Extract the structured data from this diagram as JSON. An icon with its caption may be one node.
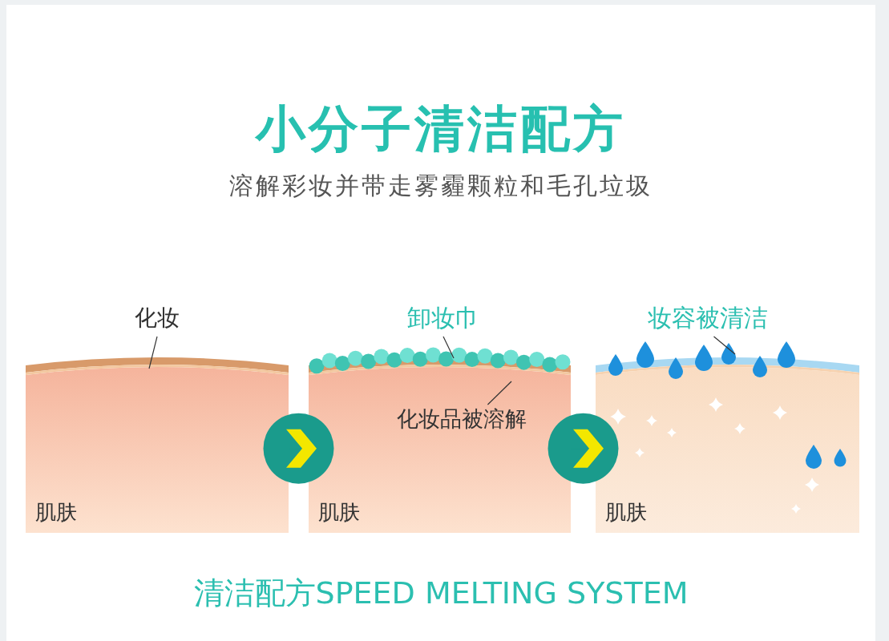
{
  "diagram": {
    "title": "小分子清洁配方",
    "nodes": [
      {
        "text": [
          "肌肤"
        ]
      },
      {
        "text": [
          "肌肤"
        ]
      },
      {
        "text": [
          "肌肤"
        ]
      },
      {
        "text": [
          "化妆"
        ]
      },
      {
        "text": [
          "卸妆巾"
        ]
      },
      {
        "text": [
          "化妆品被溶解"
        ],
        "in": 1
      },
      {
        "text": [
          "妆容被清洁"
        ]
      }
    ],
    "edges": [
      {
        "from": 0,
        "to": 1,
        "arrow": "to",
        "color": "#1a9b8c"
      },
      {
        "from": 1,
        "to": 2,
        "arrow": "to",
        "color": "#1a9b8c"
      },
      {
        "from": 3,
        "to": 0,
        "arrow": "none"
      },
      {
        "from": 4,
        "to": 1,
        "arrow": "none"
      },
      {
        "from": 5,
        "to": 1,
        "arrow": "none"
      },
      {
        "from": 6,
        "to": 2,
        "arrow": "none"
      }
    ],
    "labels": [
      "溶解彩妆并带走雾霾颗粒和毛孔垃圾",
      "清洁配方SPEED MELTING SYSTEM"
    ]
  }
}
